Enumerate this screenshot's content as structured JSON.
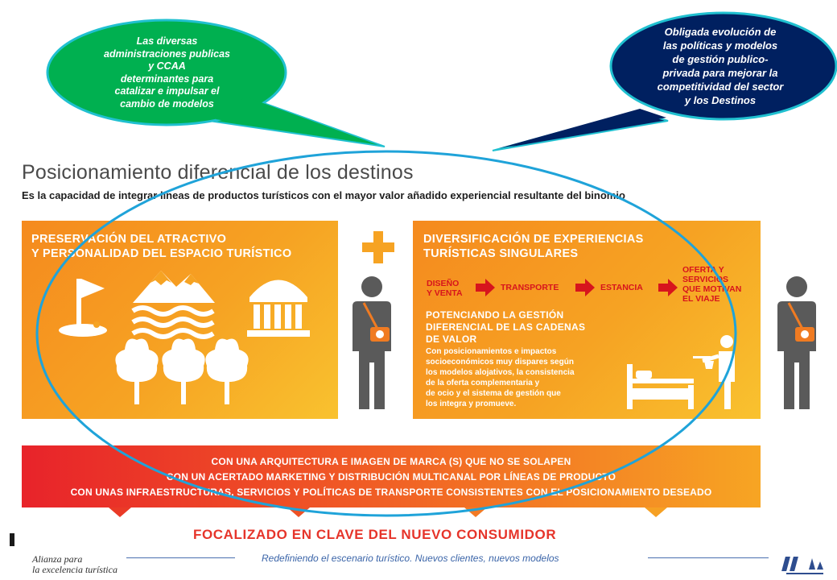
{
  "bubbles": {
    "green": {
      "lines": [
        "Las  diversas",
        "administraciones publicas",
        "y  CCAA",
        "determinantes  para",
        "catalizar e impulsar el",
        "cambio de  modelos"
      ]
    },
    "navy": {
      "lines": [
        "Obligada evolución de",
        "las políticas y  modelos",
        "de gestión publico-",
        "privada  para mejorar la",
        "competitividad del sector",
        "y los Destinos"
      ]
    }
  },
  "header": {
    "title": "Posicionamiento diferencial de los destinos",
    "subtitle": "Es la capacidad de integrar líneas de productos turísticos con el mayor valor añadido experiencial resultante del binomio"
  },
  "left_panel": {
    "title_lines": [
      "PRESERVACIÓN DEL ATRACTIVO",
      "Y PERSONALIDAD DEL ESPACIO TURÍSTICO"
    ]
  },
  "plus_symbol": "+",
  "right_panel": {
    "title_lines": [
      "DIVERSIFICACIÓN DE EXPERIENCIAS",
      "TURÍSTICAS SINGULARES"
    ],
    "flow": {
      "step1": [
        "DISEÑO",
        "Y VENTA"
      ],
      "step2": "TRANSPORTE",
      "step3": "ESTANCIA",
      "step4": [
        "OFERTA Y",
        "SERVICIOS",
        "QUE MOTIVAN",
        "EL VIAJE"
      ]
    },
    "gestion_lines": [
      "POTENCIANDO LA GESTIÓN",
      "DIFERENCIAL DE LAS CADENAS",
      "DE VALOR"
    ],
    "body_lines": [
      "Con posicionamientos e impactos",
      "socioeconómicos muy dispares según",
      "los modelos alojativos, la consistencia",
      "de la oferta  complementaria y",
      "de ocio y el sistema de gestión que",
      "los integra y promueve."
    ]
  },
  "banner": {
    "lines": [
      "CON UNA ARQUITECTURA E IMAGEN DE MARCA (S) QUE NO SE SOLAPEN",
      "CON UN ACERTADO MARKETING Y DISTRIBUCIÓN MULTICANAL POR LÍNEAS DE PRODUCTO",
      "CON UNAS INFRAESTRUCTURAS, SERVICIOS Y POLÍTICAS DE TRANSPORTE CONSISTENTES CON EL POSICIONAMIENTO DESEADO"
    ]
  },
  "focal": "FOCALIZADO EN CLAVE DEL NUEVO CONSUMIDOR",
  "footer": {
    "logo_lines": [
      "Alianza para",
      "la excelencia turística"
    ],
    "caption": "Redefiniendo el escenario turístico. Nuevos clientes, nuevos modelos"
  },
  "colors": {
    "green_bubble": "#00b050",
    "navy_bubble": "#002060",
    "bubble_border": "#20c0d0",
    "oval_stroke": "#1fa3d9",
    "panel_orange": "#f6a323",
    "banner_red": "#e8232a",
    "flow_red": "#d7141d",
    "icon_gray": "#5a5a5a"
  },
  "icons": [
    "flag-icon",
    "mountains-icon",
    "temple-icon",
    "tree-icon",
    "person-camera-icon",
    "arrow-right-icon",
    "bed-icon",
    "waiter-icon"
  ]
}
